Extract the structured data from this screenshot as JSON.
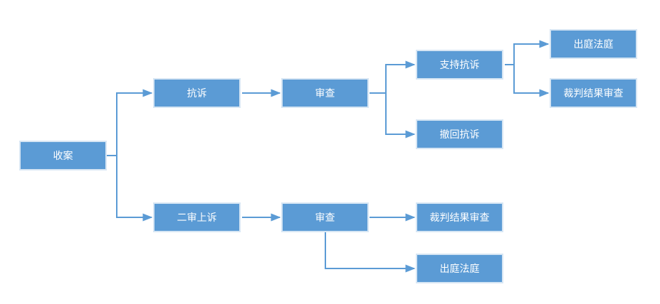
{
  "diagram": {
    "nodes": {
      "receive": "收案",
      "protest": "抗诉",
      "review_top": "审查",
      "support_protest": "支持抗诉",
      "withdraw_protest": "撤回抗诉",
      "attend_court_top": "出庭法庭",
      "review_judgment_top": "裁判结果审查",
      "second_appeal": "二审上诉",
      "review_bottom": "审查",
      "review_judgment_bottom": "裁判结果审查",
      "attend_court_bottom": "出庭法庭"
    },
    "colors": {
      "node_fill": "#5b9bd5",
      "node_border": "#d7e6f4",
      "connector": "#5b9bd5",
      "text": "#ffffff"
    }
  }
}
